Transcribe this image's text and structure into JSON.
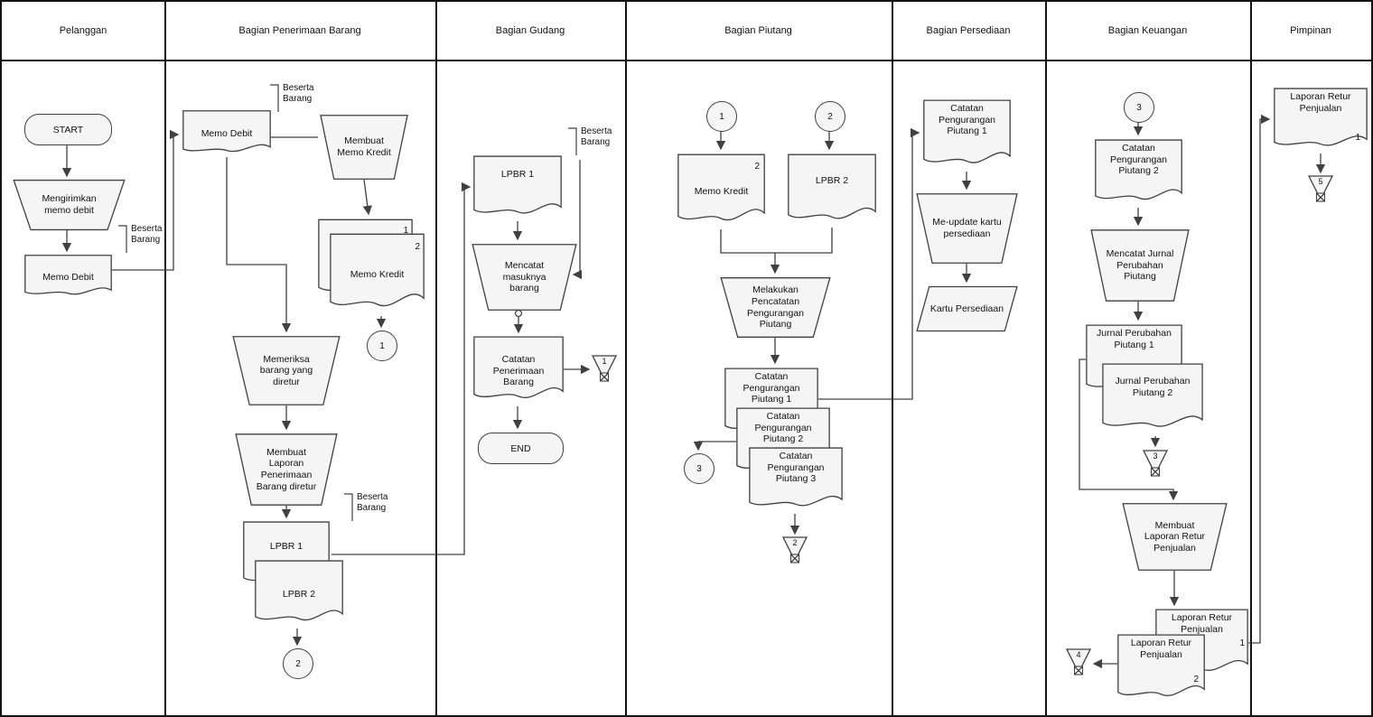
{
  "colors": {
    "line": "#404040",
    "shape_fill": "#f5f5f5",
    "frame": "#141414"
  },
  "lanes": [
    {
      "title": "Pelanggan"
    },
    {
      "title": "Bagian Penerimaan Barang"
    },
    {
      "title": "Bagian Gudang"
    },
    {
      "title": "Bagian Piutang"
    },
    {
      "title": "Bagian Persediaan"
    },
    {
      "title": "Bagian Keuangan"
    },
    {
      "title": "Pimpinan"
    }
  ],
  "pelanggan": {
    "start": "START",
    "mengirimkan_memo_debit": "Mengirimkan memo debit",
    "memo_debit": "Memo Debit",
    "beserta_barang": "Beserta Barang"
  },
  "penerimaan": {
    "memo_debit": "Memo Debit",
    "beserta_barang_atas": "Beserta Barang",
    "membuat_memo_kredit": "Membuat Memo Kredit",
    "memo_kredit": "Memo Kredit",
    "memo_kredit_no1": "1",
    "memo_kredit_no2": "2",
    "connector_1": "1",
    "memeriksa_barang": "Memeriksa barang yang diretur",
    "membuat_lpbr": "Membuat Laporan Penerimaan Barang diretur",
    "lpbr_1": "LPBR 1",
    "lpbr_2": "LPBR 2",
    "beserta_barang_bawah": "Beserta Barang",
    "connector_2": "2"
  },
  "gudang": {
    "lpbr_1": "LPBR 1",
    "beserta_barang": "Beserta Barang",
    "mencatat_masuknya_barang": "Mencatat masuknya barang",
    "catatan_penerimaan_barang": "Catatan Penerimaan Barang",
    "file_1": "1",
    "end": "END"
  },
  "piutang": {
    "connector_1": "1",
    "connector_2": "2",
    "memo_kredit": "Memo Kredit",
    "memo_kredit_no": "2",
    "lpbr_2": "LPBR 2",
    "pencatatan_pengurangan": "Melakukan Pencatatan Pengurangan Piutang",
    "catatan_1": "Catatan Pengurangan Piutang 1",
    "catatan_2": "Catatan Pengurangan Piutang 2",
    "catatan_3": "Catatan Pengurangan Piutang 3",
    "connector_3": "3",
    "file_2": "2"
  },
  "persediaan": {
    "catatan_1": "Catatan Pengurangan Piutang 1",
    "meupdate_kartu": "Me-update kartu persediaan",
    "kartu_persediaan": "Kartu Persediaan"
  },
  "keuangan": {
    "connector_3": "3",
    "catatan_2": "Catatan Pengurangan Piutang 2",
    "mencatat_jurnal": "Mencatat Jurnal Perubahan Piutang",
    "jurnal_1": "Jurnal Perubahan Piutang 1",
    "jurnal_2": "Jurnal Perubahan Piutang 2",
    "file_3": "3",
    "membuat_laporan_retur": "Membuat Laporan Retur Penjualan",
    "laporan_retur_a": "Laporan Retur Penjualan",
    "laporan_retur_a_no": "1",
    "laporan_retur_b": "Laporan Retur Penjualan",
    "laporan_retur_b_no": "2",
    "file_4": "4"
  },
  "pimpinan": {
    "laporan_retur": "Laporan Retur Penjualan",
    "laporan_retur_no": "1",
    "file_5": "5"
  }
}
